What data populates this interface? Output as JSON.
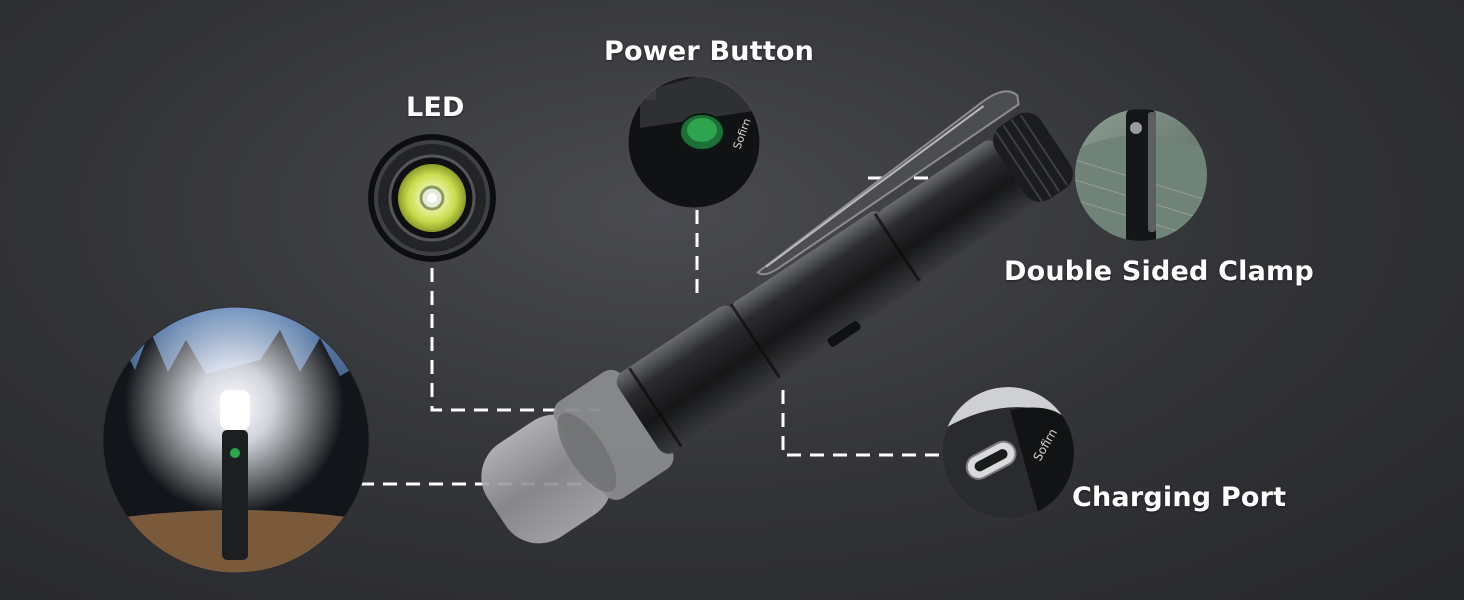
{
  "callouts": {
    "led": {
      "label": "LED"
    },
    "power_button": {
      "label": "Power Button"
    },
    "clamp": {
      "label": "Double Sided Clamp"
    },
    "charging_port": {
      "label": "Charging Port"
    }
  },
  "product_brand_mark": "Sofirn",
  "colors": {
    "background": "#35363a",
    "label_text": "#ffffff",
    "leader_line": "#ffffff",
    "led_glow": "#d8ec6a",
    "button_green": "#2ea44f"
  }
}
